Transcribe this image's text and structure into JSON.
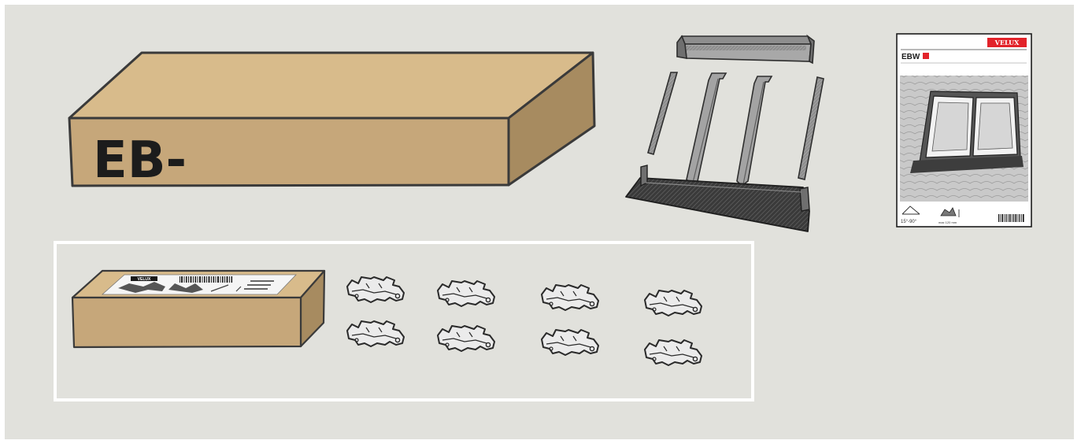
{
  "main_box": {
    "label": "EB-"
  },
  "manual": {
    "brand": "VELUX",
    "model": "EBW",
    "pitch_range": "15°-90°",
    "profile_note": "max 120 mm"
  },
  "small_box": {
    "brand": "VELUX"
  },
  "clips": {
    "count": 8
  },
  "colors": {
    "background": "#e1e1dc",
    "cardboard_top": "#d8bb8b",
    "cardboard_front": "#c6a77a",
    "cardboard_side": "#a78b60",
    "brand_red": "#e2232a",
    "flashing_grey": "#9a9a9a",
    "dark_flashing": "#3c3c3c"
  }
}
